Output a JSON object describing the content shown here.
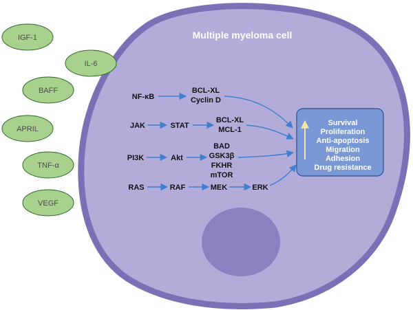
{
  "cell": {
    "title": "Multiple myeloma cell",
    "fill": "#b3acd8",
    "border": "#7b6fb6",
    "nucleus_fill": "#8a80c2"
  },
  "cytokines": {
    "fill": "#a9d18e",
    "border": "#2f6b2a",
    "items": [
      "IGF-1",
      "IL-6",
      "BAFF",
      "APRIL",
      "TNF-α",
      "VEGF"
    ]
  },
  "pathways": {
    "nfkb": {
      "source": "NF-κB",
      "targets": [
        "BCL-XL",
        "Cyclin D"
      ]
    },
    "jak": {
      "source": "JAK",
      "mid": "STAT",
      "targets": [
        "BCL-XL",
        "MCL-1"
      ]
    },
    "pi3k": {
      "source": "PI3K",
      "mid": "Akt",
      "targets": [
        "BAD",
        "GSK3β",
        "FKHR",
        "mTOR"
      ]
    },
    "ras": {
      "steps": [
        "RAS",
        "RAF",
        "MEK",
        "ERK"
      ]
    }
  },
  "outcomes": {
    "fill": "#7a97d6",
    "border": "#2f4f8f",
    "arrow_color": "#f2e6a6",
    "items": [
      "Survival",
      "Proliferation",
      "Anti-apoptosis",
      "Migration",
      "Adhesion",
      "Drug resistance"
    ]
  },
  "arrow_color": "#3f7fd0"
}
